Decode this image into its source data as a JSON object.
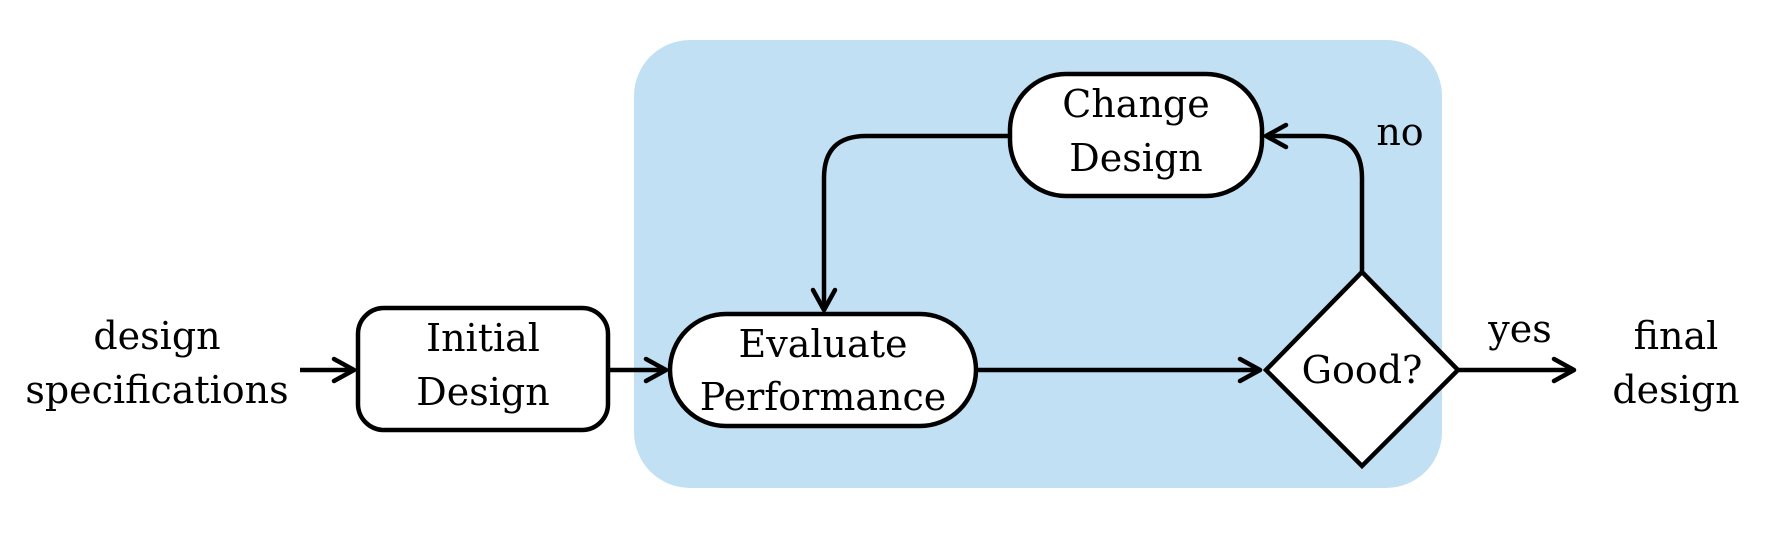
{
  "diagram": {
    "colors": {
      "region_fill": "#c2e0f4",
      "node_fill": "#ffffff",
      "stroke": "#000000"
    },
    "input": {
      "line1": "design",
      "line2": "specifications"
    },
    "output": {
      "line1": "final",
      "line2": "design"
    },
    "nodes": {
      "initial_design": {
        "line1": "Initial",
        "line2": "Design"
      },
      "evaluate_performance": {
        "line1": "Evaluate",
        "line2": "Performance"
      },
      "change_design": {
        "line1": "Change",
        "line2": "Design"
      },
      "decision": {
        "label": "Good?"
      }
    },
    "edge_labels": {
      "no": "no",
      "yes": "yes"
    }
  }
}
